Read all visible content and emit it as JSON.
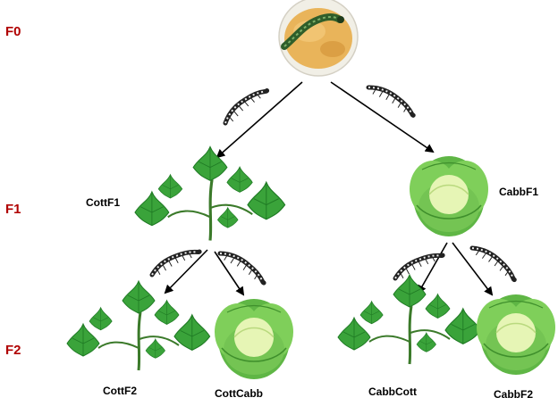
{
  "generations": [
    {
      "label": "F0",
      "color": "#b00000"
    },
    {
      "label": "F1",
      "color": "#b00000"
    },
    {
      "label": "F2",
      "color": "#b00000"
    }
  ],
  "nodes": {
    "f1_left": {
      "label": "CottF1",
      "host": "cotton"
    },
    "f1_right": {
      "label": "CabbF1",
      "host": "cabbage"
    },
    "f2_1": {
      "label": "CottF2",
      "host": "cotton"
    },
    "f2_2": {
      "label": "CottCabb",
      "host": "cabbage"
    },
    "f2_3": {
      "label": "CabbCott",
      "host": "cotton"
    },
    "f2_4": {
      "label": "CabbF2",
      "host": "cabbage"
    }
  },
  "icons": {
    "origin": "larva-on-diet-icon",
    "cotton": "cotton-plant-icon",
    "cabbage": "cabbage-icon",
    "transfer": "caterpillar-icon"
  },
  "colors": {
    "leaf": "#3aa33a",
    "leaf_dark": "#1f7a24",
    "cabbage_outer": "#7fcf5a",
    "cabbage_inner": "#e6f5b5",
    "diet": "#e9b45a",
    "arrow": "#000000"
  }
}
